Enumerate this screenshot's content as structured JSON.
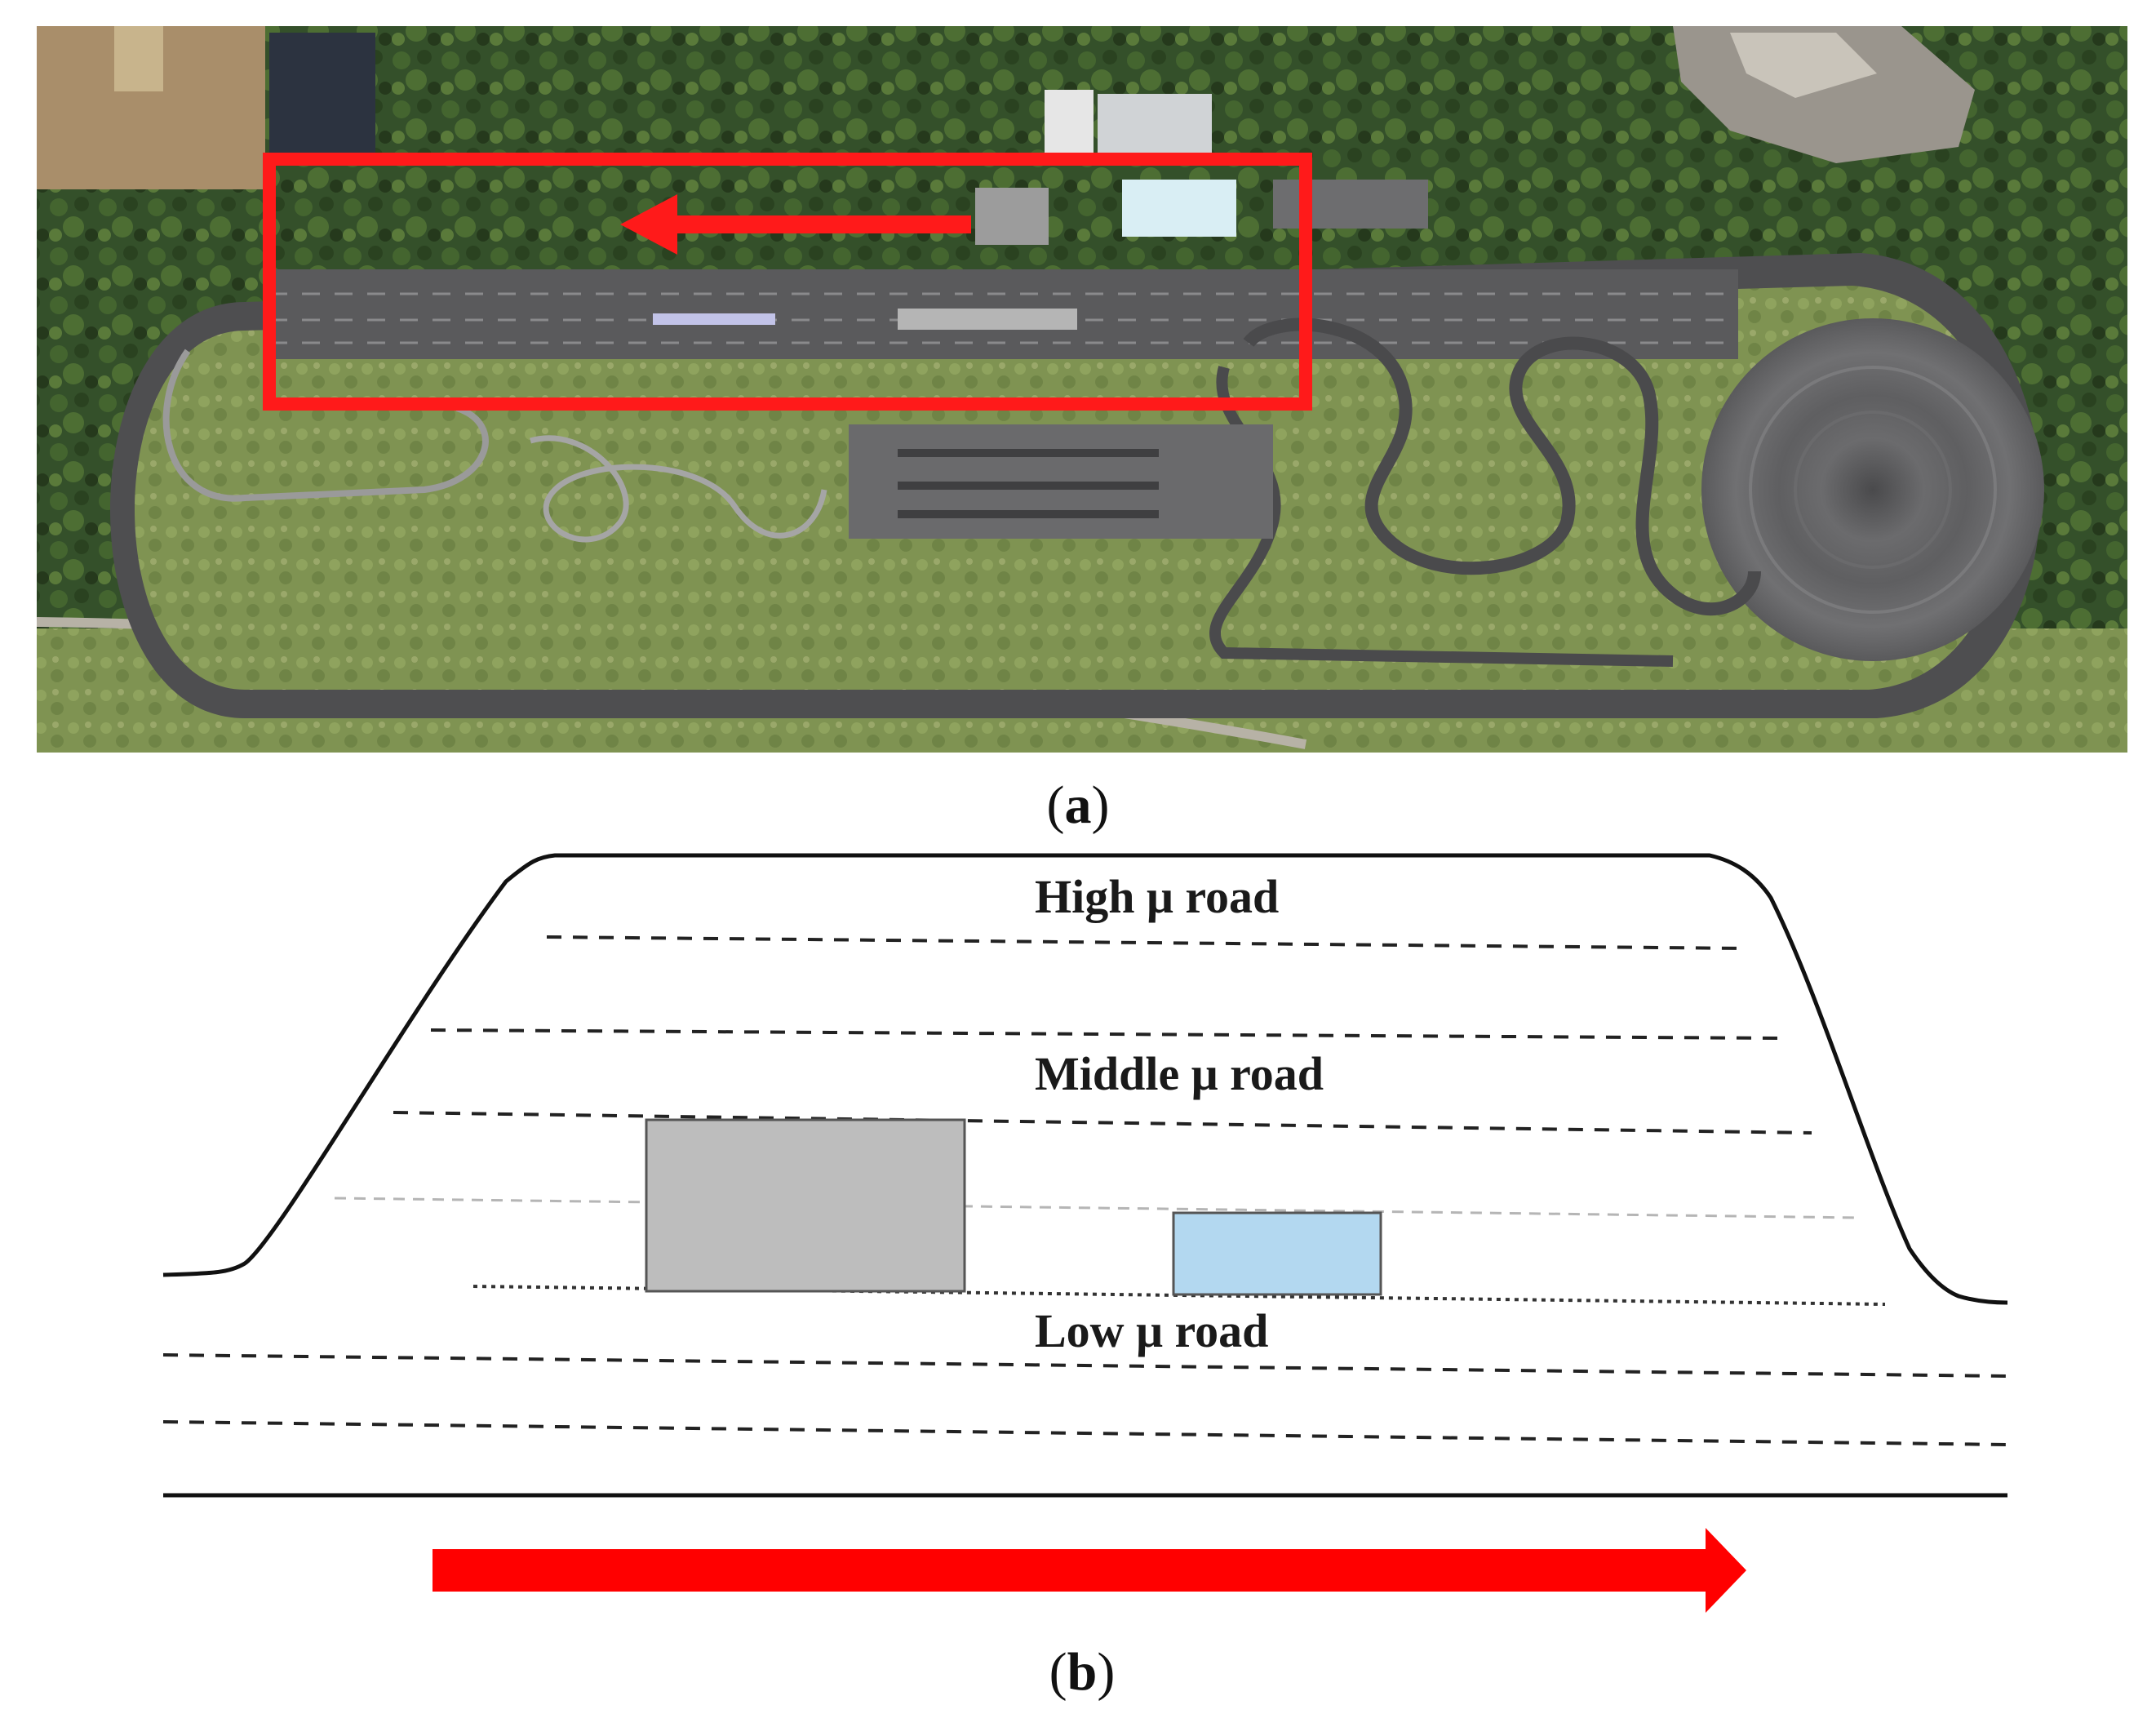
{
  "panels": {
    "a": {
      "label_open": "(",
      "label_letter": "a",
      "label_close": ")"
    },
    "b": {
      "label_open": "(",
      "label_letter": "b",
      "label_close": ")"
    }
  },
  "roads": {
    "high": "High μ road",
    "middle": "Middle μ road",
    "low": "Low μ road"
  },
  "colors": {
    "highlight_red": "#ff1a1a",
    "arrow_red": "#ff0000",
    "gray_patch": "#bdbdbd",
    "blue_patch": "#b3d8f0",
    "outline": "#111111",
    "grass": "#6f8a4a",
    "forest": "#2f4a25",
    "asphalt": "#5c5c5e"
  }
}
